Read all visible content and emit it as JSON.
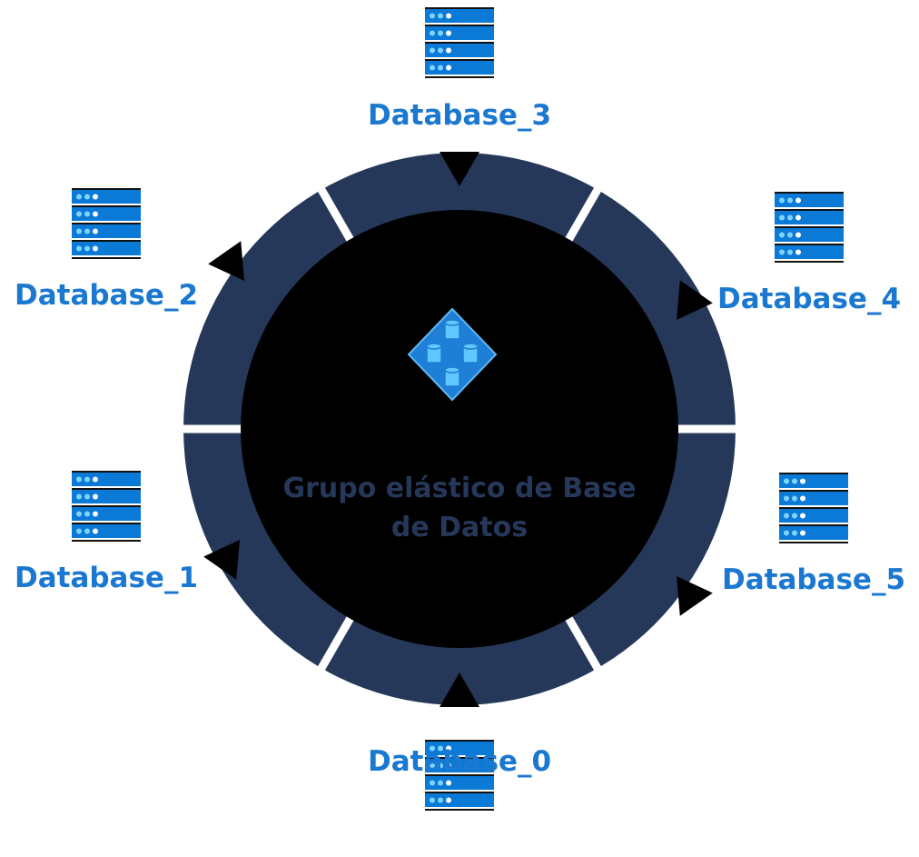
{
  "center": {
    "title_line1": "Grupo elástico de Base",
    "title_line2": "de Datos",
    "title_color": "#26385a",
    "icon": "elastic-pool-icon"
  },
  "colors": {
    "ring": "#26385a",
    "core": "#000000",
    "separator": "#ffffff",
    "arrow": "#000000",
    "label": "#1a78d0",
    "server_bar": "#0a7ad6",
    "server_line": "#111111",
    "server_dot_light": "#7fd3ff",
    "server_dot_white": "#ffffff",
    "pool_diamond": "#1f7fd6",
    "pool_cylinder": "#5ec8ff"
  },
  "databases": [
    {
      "label": "Database_0",
      "icon": "database-server-icon"
    },
    {
      "label": "Database_1",
      "icon": "database-server-icon"
    },
    {
      "label": "Database_2",
      "icon": "database-server-icon"
    },
    {
      "label": "Database_3",
      "icon": "database-server-icon"
    },
    {
      "label": "Database_4",
      "icon": "database-server-icon"
    },
    {
      "label": "Database_5",
      "icon": "database-server-icon"
    }
  ]
}
